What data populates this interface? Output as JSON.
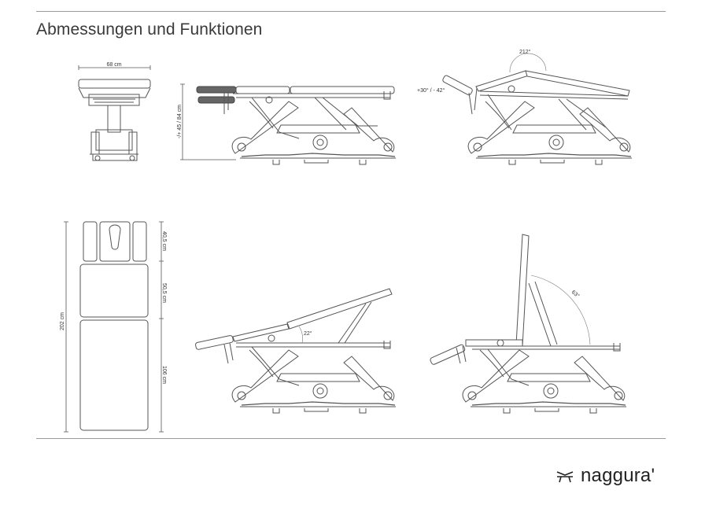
{
  "page": {
    "title": "Abmessungen und Funktionen",
    "brand": "naggura'"
  },
  "dimensions": {
    "width": "68 cm",
    "height": "-/+ 45 / 84 cm",
    "backrest_angle": "212°",
    "headrest_angle": "+30° / - 42°",
    "length_total": "202 cm",
    "length_head": "40,5 cm",
    "length_back": "50,5 cm",
    "length_leg": "106 cm",
    "trendelenburg_angle": "22°",
    "backrest_raise_angle": "63°"
  },
  "colors": {
    "line": "#555555",
    "rule": "#9a9a9a",
    "text": "#333333"
  },
  "icons": {
    "logo": "naggura-logo-icon"
  }
}
